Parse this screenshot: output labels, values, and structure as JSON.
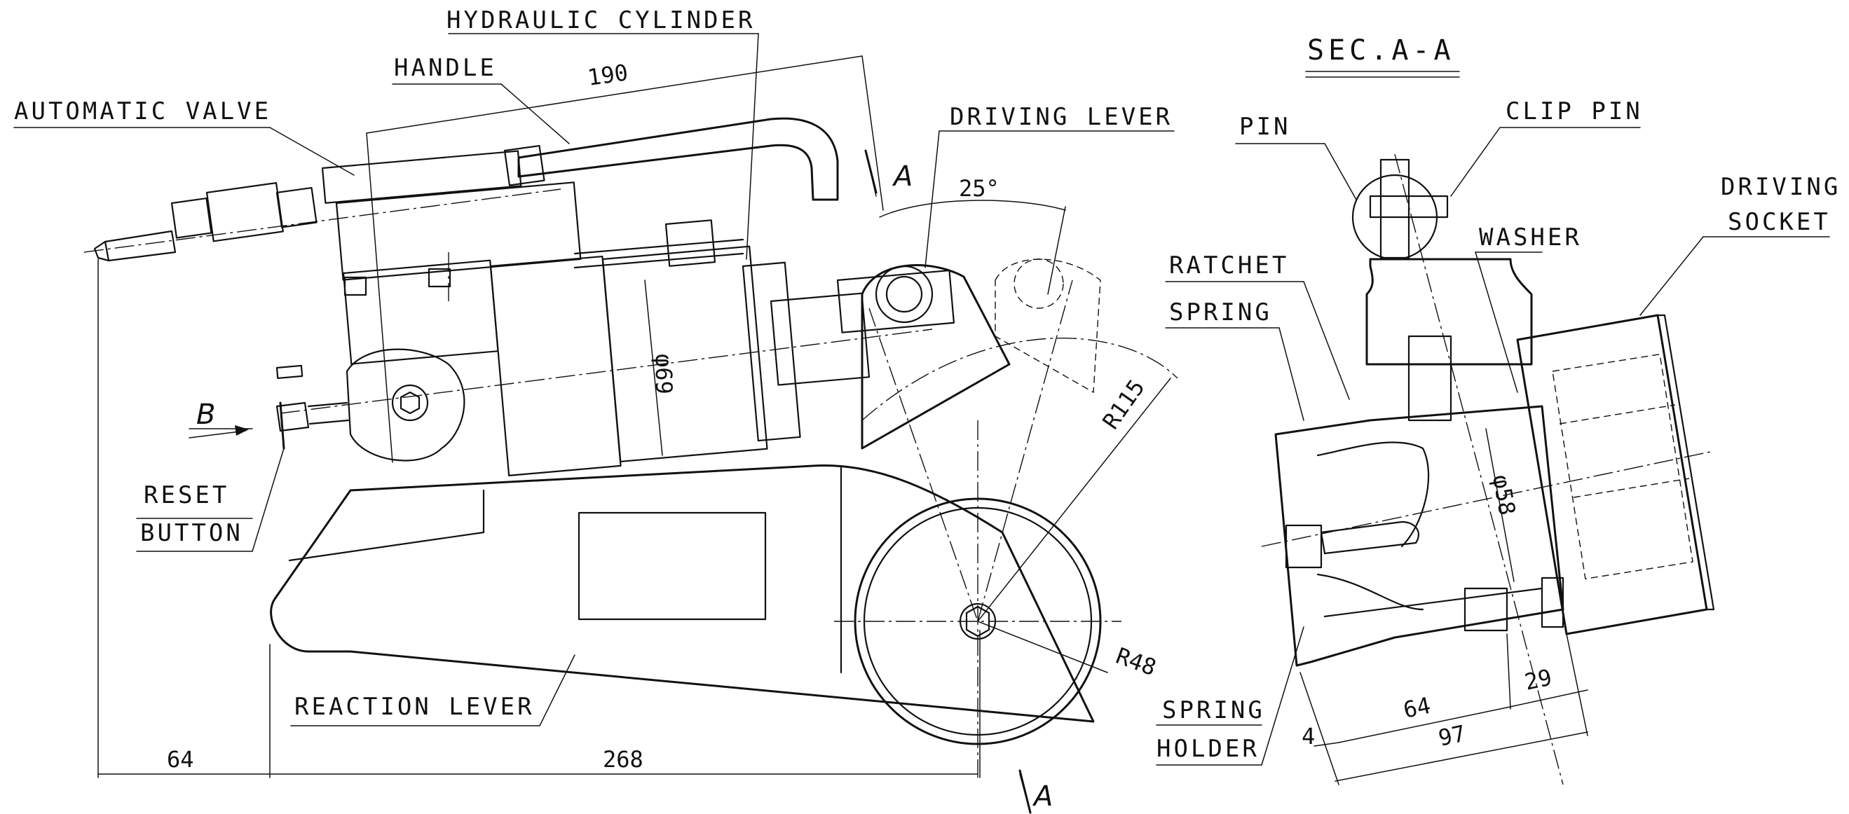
{
  "labels": {
    "hydraulic_cylinder": "HYDRAULIC CYLINDER",
    "handle": "HANDLE",
    "automatic_valve": "AUTOMATIC VALVE",
    "driving_lever": "DRIVING LEVER",
    "reset_button_1": "RESET",
    "reset_button_2": "BUTTON",
    "reaction_lever": "REACTION LEVER",
    "section_title": "SEC.A-A",
    "pin": "PIN",
    "clip_pin": "CLIP PIN",
    "driving_socket_1": "DRIVING",
    "driving_socket_2": "SOCKET",
    "washer": "WASHER",
    "ratchet": "RATCHET",
    "spring": "SPRING",
    "spring_holder_1": "SPRING",
    "spring_holder_2": "HOLDER"
  },
  "markers": {
    "section_a_top": "A",
    "section_a_bottom": "A",
    "view_b": "B"
  },
  "dimensions": {
    "length_190": "190",
    "angle_25": "25°",
    "dia_69": "φ69",
    "radius_115": "R115",
    "radius_48": "R48",
    "left_64": "64",
    "base_268": "268",
    "dia_58": "φ58",
    "sec_64": "64",
    "sec_29": "29",
    "sec_4": "4",
    "sec_97": "97"
  }
}
